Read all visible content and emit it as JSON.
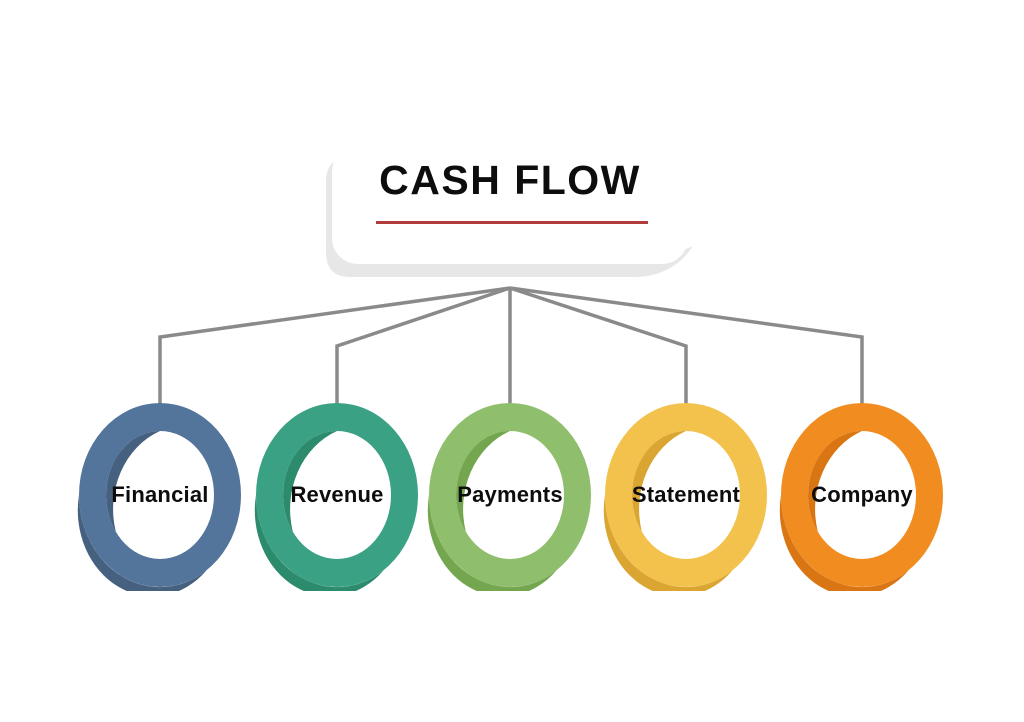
{
  "title": {
    "text": "CASH FLOW",
    "color": "#0d0d0d",
    "underline_color": "#b23b3b"
  },
  "card": {
    "fill": "#ffffff",
    "shadow_color": "#e7e7e7"
  },
  "connectors": {
    "color": "#8a8a8a"
  },
  "label_color": "#0d0d0d",
  "nodes": [
    {
      "label": "Financial",
      "ring_color": "#53749b",
      "ring_shade": "#45617f"
    },
    {
      "label": "Revenue",
      "ring_color": "#3aa184",
      "ring_shade": "#2c8a6d"
    },
    {
      "label": "Payments",
      "ring_color": "#8fbe6c",
      "ring_shade": "#73a64e"
    },
    {
      "label": "Statement",
      "ring_color": "#f2c24d",
      "ring_shade": "#dba531"
    },
    {
      "label": "Company",
      "ring_color": "#f18c20",
      "ring_shade": "#d97613"
    }
  ]
}
